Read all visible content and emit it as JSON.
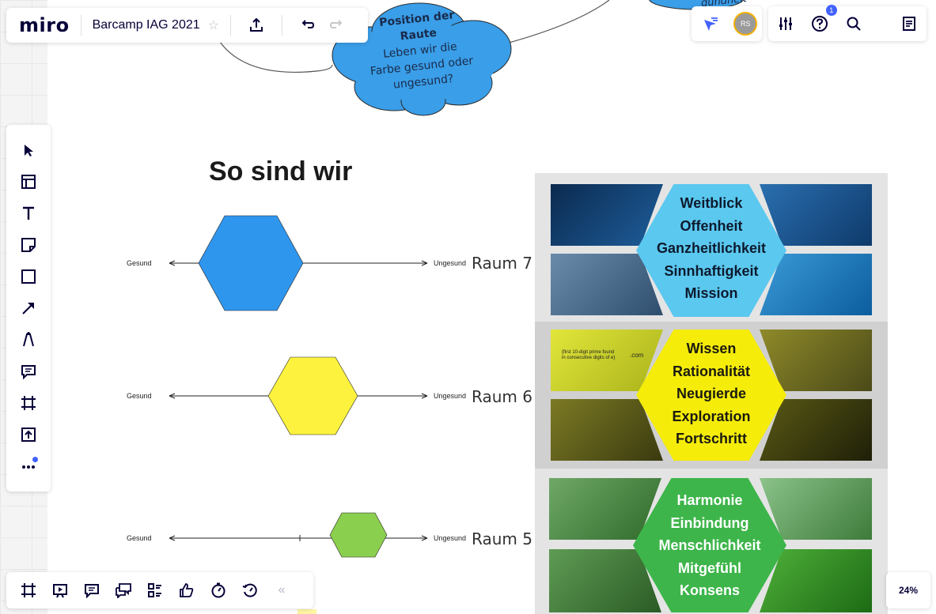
{
  "app": {
    "logo": "miro",
    "board_title": "Barcamp IAG 2021",
    "zoom": "24%"
  },
  "collaborator": {
    "initials": "RS"
  },
  "notifications": {
    "help_badge": "1"
  },
  "colors": {
    "accent": "#4262ff",
    "hex_blue": "#2f96ee",
    "hex_yellow": "#fdf23d",
    "hex_green": "#8bcf4e",
    "cloud": "#3a9ee8"
  },
  "canvas": {
    "heading": "So sind wir",
    "cloud_main": {
      "title_line1": "Position der",
      "title_line2": "Raute",
      "line1": "Leben wir die",
      "line2": "Farbe gesund oder",
      "line3": "ungesund?"
    },
    "cloud_partial": {
      "text": "gundheit"
    },
    "scales": [
      {
        "left": "Gesund",
        "right": "Ungesund",
        "room": "Raum 7",
        "color": "blue"
      },
      {
        "left": "Gesund",
        "right": "Ungesund",
        "room": "Raum 6",
        "color": "yellow"
      },
      {
        "left": "Gesund",
        "right": "Ungesund",
        "room": "Raum 5",
        "color": "green"
      }
    ],
    "values_image": {
      "blue": [
        "Weitblick",
        "Offenheit",
        "Ganzheitlichkeit",
        "Sinnhaftigkeit",
        "Mission"
      ],
      "yellow": [
        "Wissen",
        "Rationalität",
        "Neugierde",
        "Exploration",
        "Fortschritt"
      ],
      "green": [
        "Harmonie",
        "Einbindung",
        "Menschlichkeit",
        "Mitgefühl",
        "Konsens"
      ],
      "billboard": {
        "line1": "{first 10-digit prime found",
        "line2": "in consecutive digits of e}",
        "suffix": ".com"
      }
    }
  },
  "icons": {
    "topbar": [
      "star-icon",
      "share-upload-icon",
      "undo-icon",
      "redo-icon",
      "reactions-filter-icon",
      "settings-sliders-icon",
      "help-icon",
      "search-icon",
      "notes-icon"
    ],
    "left_toolbar": [
      "select-cursor-icon",
      "templates-icon",
      "text-icon",
      "sticky-note-icon",
      "shape-icon",
      "connection-line-icon",
      "pen-icon",
      "comment-icon",
      "frame-icon",
      "upload-icon",
      "more-icon"
    ],
    "bottom_toolbar": [
      "frames-icon",
      "presentation-icon",
      "comments-icon",
      "chat-icon",
      "cards-icon",
      "voting-icon",
      "timer-icon",
      "activity-icon",
      "collapse-icon"
    ]
  }
}
